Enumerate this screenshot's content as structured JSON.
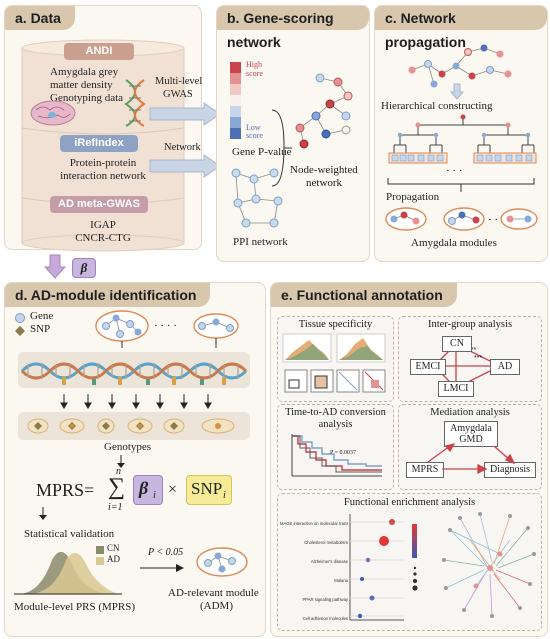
{
  "panels": {
    "a": {
      "title": "a. Data"
    },
    "b": {
      "title": "b. Gene-scoring network"
    },
    "c": {
      "title": "c. Network propagation"
    },
    "d": {
      "title": "d. AD-module identification"
    },
    "e": {
      "title": "e. Functional annotation"
    }
  },
  "data_panel": {
    "adni": {
      "label": "ANDI",
      "line1": "Amygdala grey",
      "line2": "matter density",
      "line3": "Genotyping data"
    },
    "irefindex": {
      "label": "iRefIndex",
      "line1": "Protein-protein",
      "line2": "interaction network"
    },
    "ad_meta": {
      "label": "AD meta-GWAS",
      "line1": "IGAP",
      "line2": "CNCR-CTG"
    },
    "beta_symbol": "β"
  },
  "arrows": {
    "multilevel_line1": "Multi-level",
    "multilevel_line2": "GWAS",
    "network": "Network"
  },
  "gene_scoring": {
    "high_line1": "High",
    "high_line2": "score",
    "low_line1": "Low",
    "low_line2": "score",
    "gene_pvalue": "Gene P-value",
    "ppi": "PPI network",
    "node_weighted_line1": "Node-weighted",
    "node_weighted_line2": "network"
  },
  "propagation": {
    "hierarchical": "Hierarchical constructing",
    "ellipsis": "· · ·",
    "propagation": "Propagation",
    "modules": "Amygdala modules"
  },
  "ad_module": {
    "legend_gene": "Gene",
    "legend_snp": "SNP",
    "ellipsis": "· · · ·",
    "genotypes": "Genotypes",
    "mprs_lhs": "MPRS=",
    "sum_top": "n",
    "sum_bottom": "i=1",
    "sigma": "∑",
    "beta": "β",
    "beta_sub": "i",
    "times": "×",
    "snp": "SNP",
    "snp_sub": "i",
    "stat_validation": "Statistical validation",
    "cn": "CN",
    "ad": "AD",
    "pvalue": "P < 0.05",
    "module_prs": "Module-level PRS (MPRS)",
    "adm_line1": "AD-relevant module",
    "adm_line2": "(ADM)"
  },
  "functional": {
    "tissue": "Tissue specificity",
    "intergroup": "Inter-group analysis",
    "cn": "CN",
    "emci": "EMCI",
    "ad": "AD",
    "lmci": "LMCI",
    "time_line1": "Time-to-AD conversion",
    "time_line2": "analysis",
    "p_value_small": "P = 0.0037",
    "mediation": "Mediation analysis",
    "amygdala_line1": "Amygdala",
    "amygdala_line2": "GMD",
    "mprs": "MPRS",
    "diagnosis": "Diagnosis",
    "enrichment": "Functional enrichment analysis",
    "terms": [
      "MAGE interaction on molecular transport",
      "Cholesterol metabolism",
      "Alzheimer's disease",
      "Malaria",
      "PPAR signaling pathway",
      "Cell adhesion molecules"
    ]
  },
  "colors": {
    "panel_bg": "#fbf7f1",
    "header_bg": "#d8c7ad",
    "adni_btn": "#c9a090",
    "iref_btn": "#8ea3c4",
    "meta_btn": "#c59da8",
    "node_blue": "#8aaed6",
    "module_ring": "#e08a55",
    "cn_fill": "#8a8a6a",
    "ad_fill": "#d9c890"
  }
}
